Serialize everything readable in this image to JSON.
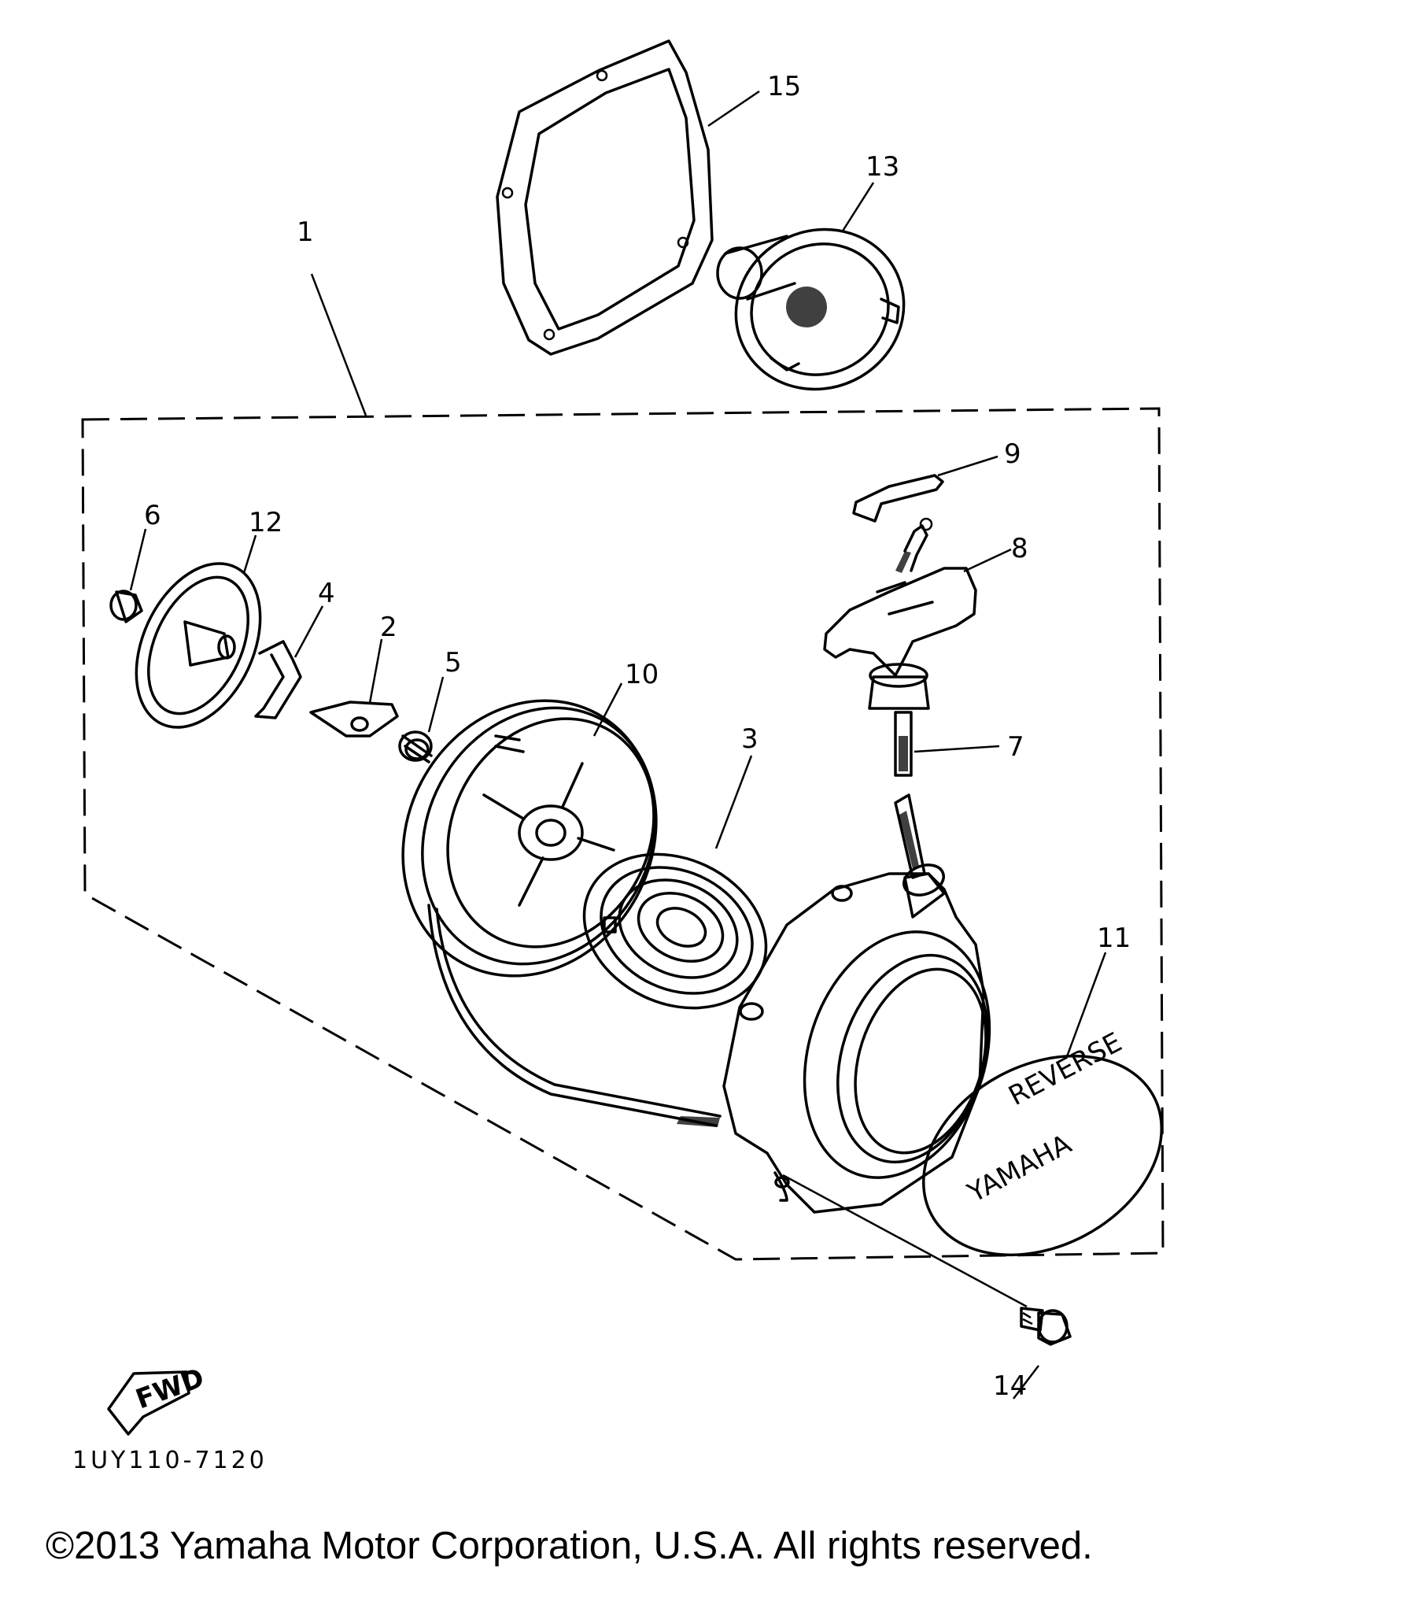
{
  "callouts": {
    "c1": "1",
    "c2": "2",
    "c3": "3",
    "c4": "4",
    "c5": "5",
    "c6": "6",
    "c7": "7",
    "c8": "8",
    "c9": "9",
    "c10": "10",
    "c11": "11",
    "c12": "12",
    "c13": "13",
    "c14": "14",
    "c15": "15"
  },
  "fwd_label": "FWD",
  "emblem": {
    "top_text": "REVERSE",
    "bottom_text": "YAMAHA"
  },
  "drawing_code": "1UY110-7120",
  "footer": "©2013 Yamaha Motor Corporation, U.S.A. All rights reserved."
}
